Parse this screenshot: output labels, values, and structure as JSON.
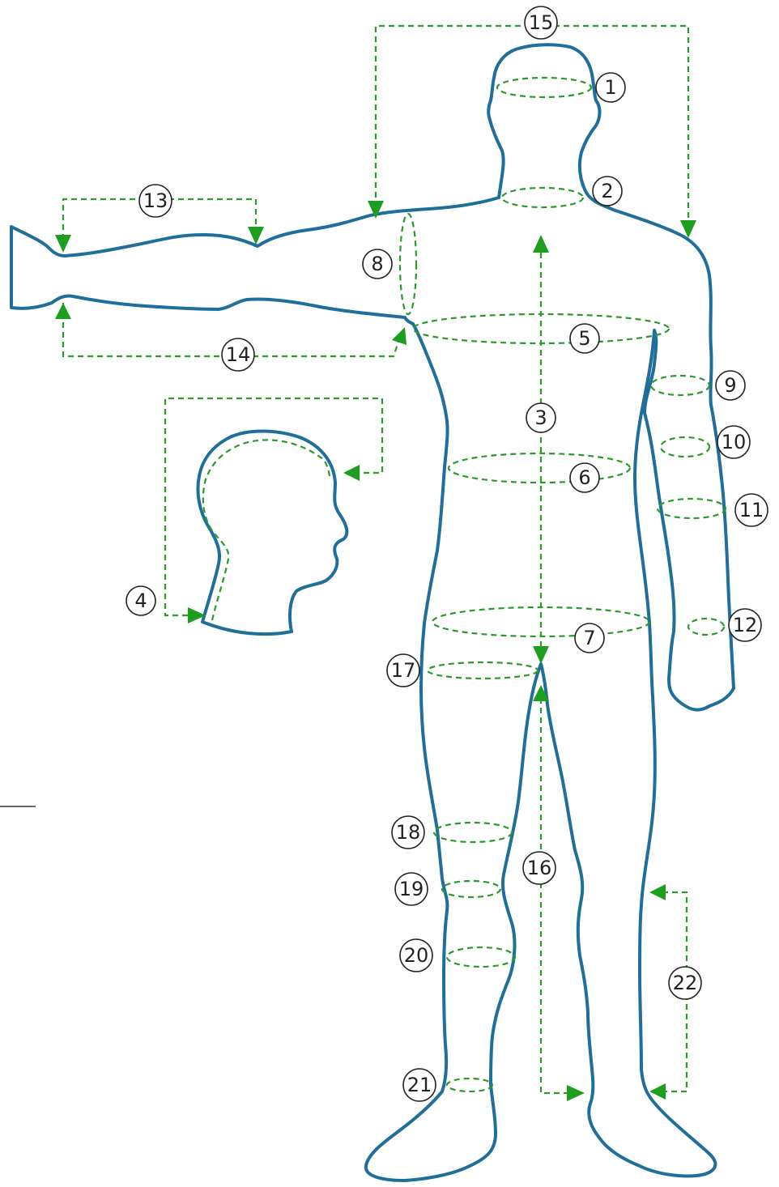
{
  "diagram": {
    "outline_color": "#1f6f9a",
    "guide_color": "#2a9a2a",
    "arrow_color": "#1e9e1e",
    "markers": [
      "1",
      "2",
      "3",
      "4",
      "5",
      "6",
      "7",
      "8",
      "9",
      "10",
      "11",
      "12",
      "13",
      "14",
      "15",
      "16",
      "17",
      "18",
      "19",
      "20",
      "21",
      "22"
    ]
  }
}
